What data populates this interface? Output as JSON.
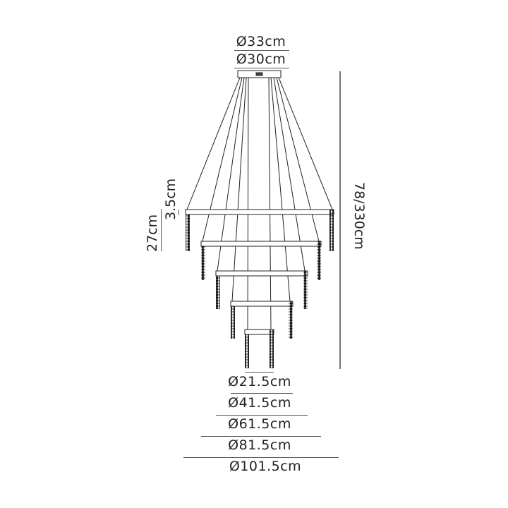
{
  "drawing": {
    "canopy_labels": {
      "outer": "Ø33cm",
      "inner": "Ø30cm"
    },
    "height_label": "78/330cm",
    "ring_height_label": "27cm",
    "ring_thickness_label": "3.5cm",
    "ring_diameters": [
      "Ø21.5cm",
      "Ø41.5cm",
      "Ø61.5cm",
      "Ø81.5cm",
      "Ø101.5cm"
    ],
    "line_color": "#222222",
    "dimension_line_color": "#777777"
  }
}
